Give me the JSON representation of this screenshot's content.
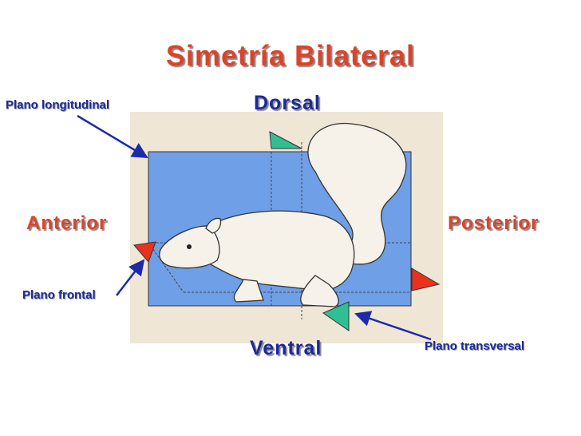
{
  "title": "Simetría Bilateral",
  "directions": {
    "dorsal": "Dorsal",
    "ventral": "Ventral",
    "anterior": "Anterior",
    "posterior": "Posterior"
  },
  "planes": {
    "longitudinal": "Plano longitudinal",
    "frontal": "Plano frontal",
    "transversal": "Plano transversal"
  },
  "colors": {
    "title": "#d9442b",
    "direction_blue": "#1b2a9a",
    "plane_blue": "#6f9fe6",
    "frontal_plane_green": "#2fbf93",
    "marker_red": "#e8321e",
    "background_panel": "#efe6d6",
    "arrow": "#1b2aa8"
  }
}
